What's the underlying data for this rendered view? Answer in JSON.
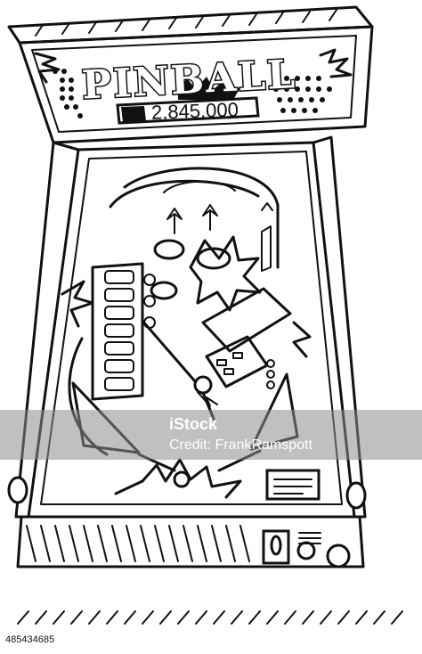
{
  "machine": {
    "title": "PINBALL",
    "score": "2,845,000"
  },
  "watermark": {
    "logo": "iStock",
    "credit": "Credit: FrankRamspott"
  },
  "stock_id": "485434685"
}
